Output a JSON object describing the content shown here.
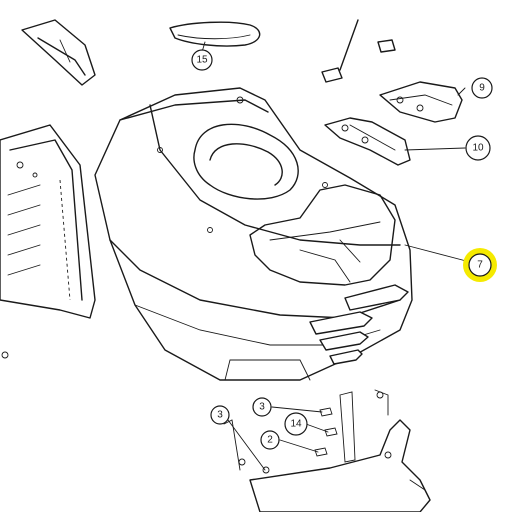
{
  "callouts": [
    {
      "label": "15"
    },
    {
      "label": "9"
    },
    {
      "label": "10"
    },
    {
      "label": "7",
      "highlighted": true
    },
    {
      "label": "3"
    },
    {
      "label": "3"
    },
    {
      "label": "14"
    },
    {
      "label": "2"
    }
  ],
  "colors": {
    "line": "#1a1a1a",
    "highlight": "#f5ea00",
    "background": "#ffffff"
  }
}
